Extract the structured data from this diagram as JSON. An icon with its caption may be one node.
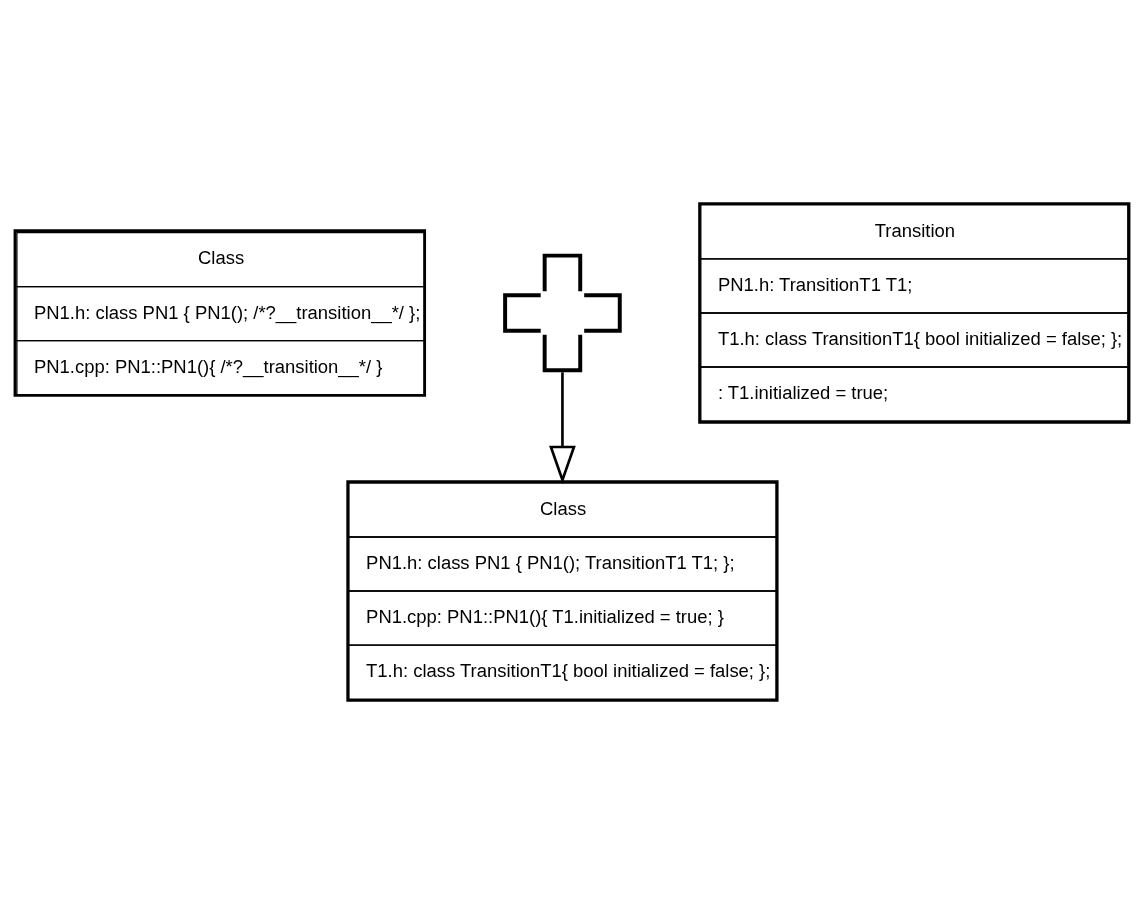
{
  "diagram": {
    "nodes": [
      {
        "text": [
          "Class",
          "PN1.h: class PN1 { PN1(); /*?__transition__*/ };",
          "PN1.cpp: PN1::PN1(){ /*?__transition__*/ }"
        ]
      },
      {
        "text": [],
        "shape": "cross"
      },
      {
        "text": [
          "Transition",
          "PN1.h: TransitionT1 T1;",
          "T1.h: class TransitionT1{ bool initialized = false; };",
          ": T1.initialized = true;"
        ]
      },
      {
        "text": [
          "Class",
          "PN1.h: class PN1 { PN1(); TransitionT1 T1; };",
          "PN1.cpp: PN1::PN1(){ T1.initialized = true; }",
          "T1.h: class TransitionT1{ bool initialized = false; };"
        ]
      }
    ],
    "edges": [
      {
        "from": 1,
        "to": 3,
        "arrow": "to"
      }
    ]
  }
}
